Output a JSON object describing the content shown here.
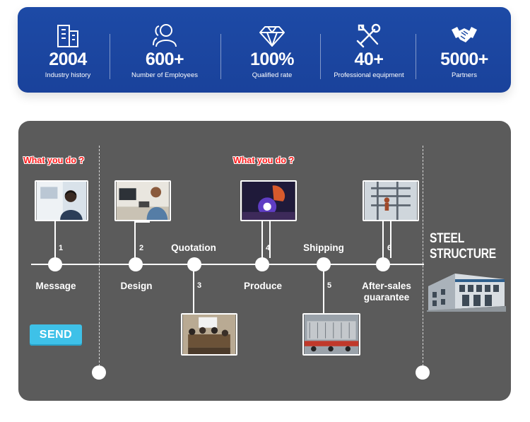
{
  "stats": [
    {
      "icon": "building-icon",
      "value": "2004",
      "label": "Industry history"
    },
    {
      "icon": "users-icon",
      "value": "600+",
      "label": "Number of Employees"
    },
    {
      "icon": "diamond-icon",
      "value": "100%",
      "label": "Qualified rate"
    },
    {
      "icon": "tools-icon",
      "value": "40+",
      "label": "Professional equipment"
    },
    {
      "icon": "handshake-icon",
      "value": "5000+",
      "label": "Partners"
    }
  ],
  "process": {
    "what_you_do_1": "What you do ?",
    "what_you_do_2": "What you do ?",
    "steps": [
      {
        "number": "1",
        "label": "Message",
        "photo": "customer-service-photo"
      },
      {
        "number": "2",
        "label": "Design",
        "photo": "designer-desk-photo"
      },
      {
        "number": "3",
        "label": "Quotation",
        "photo": "meeting-photo"
      },
      {
        "number": "4",
        "label": "Produce",
        "photo": "welding-photo"
      },
      {
        "number": "5",
        "label": "Shipping",
        "photo": "truck-loading-photo"
      },
      {
        "number": "6",
        "label": "After-sales guarantee",
        "photo": "steel-frame-photo"
      }
    ],
    "send_label": "SEND",
    "steel_line1": "STEEL",
    "steel_line2": "STRUCTURE"
  },
  "colors": {
    "banner_blue": "#1d4aa6",
    "panel_gray": "#5b5b5b",
    "accent_red": "#ff1a1a",
    "send_cyan": "#3ec1e8"
  }
}
